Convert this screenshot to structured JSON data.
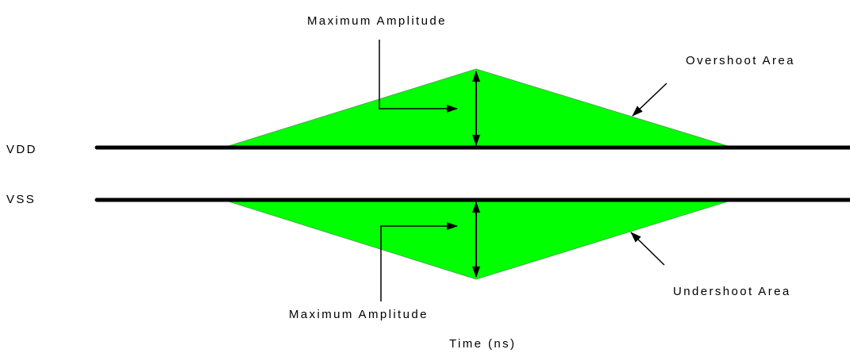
{
  "labels": {
    "top_amplitude": "Maximum Amplitude",
    "overshoot_area": "Overshoot Area",
    "vdd": "VDD",
    "vss": "VSS",
    "bottom_amplitude": "Maximum Amplitude",
    "undershoot_area": "Undershoot Area",
    "time_axis": "Time (ns)"
  },
  "colors": {
    "area_fill": "#00ff00",
    "area_stroke": "#4caf50",
    "line": "#000000",
    "background": "#ffffff"
  }
}
